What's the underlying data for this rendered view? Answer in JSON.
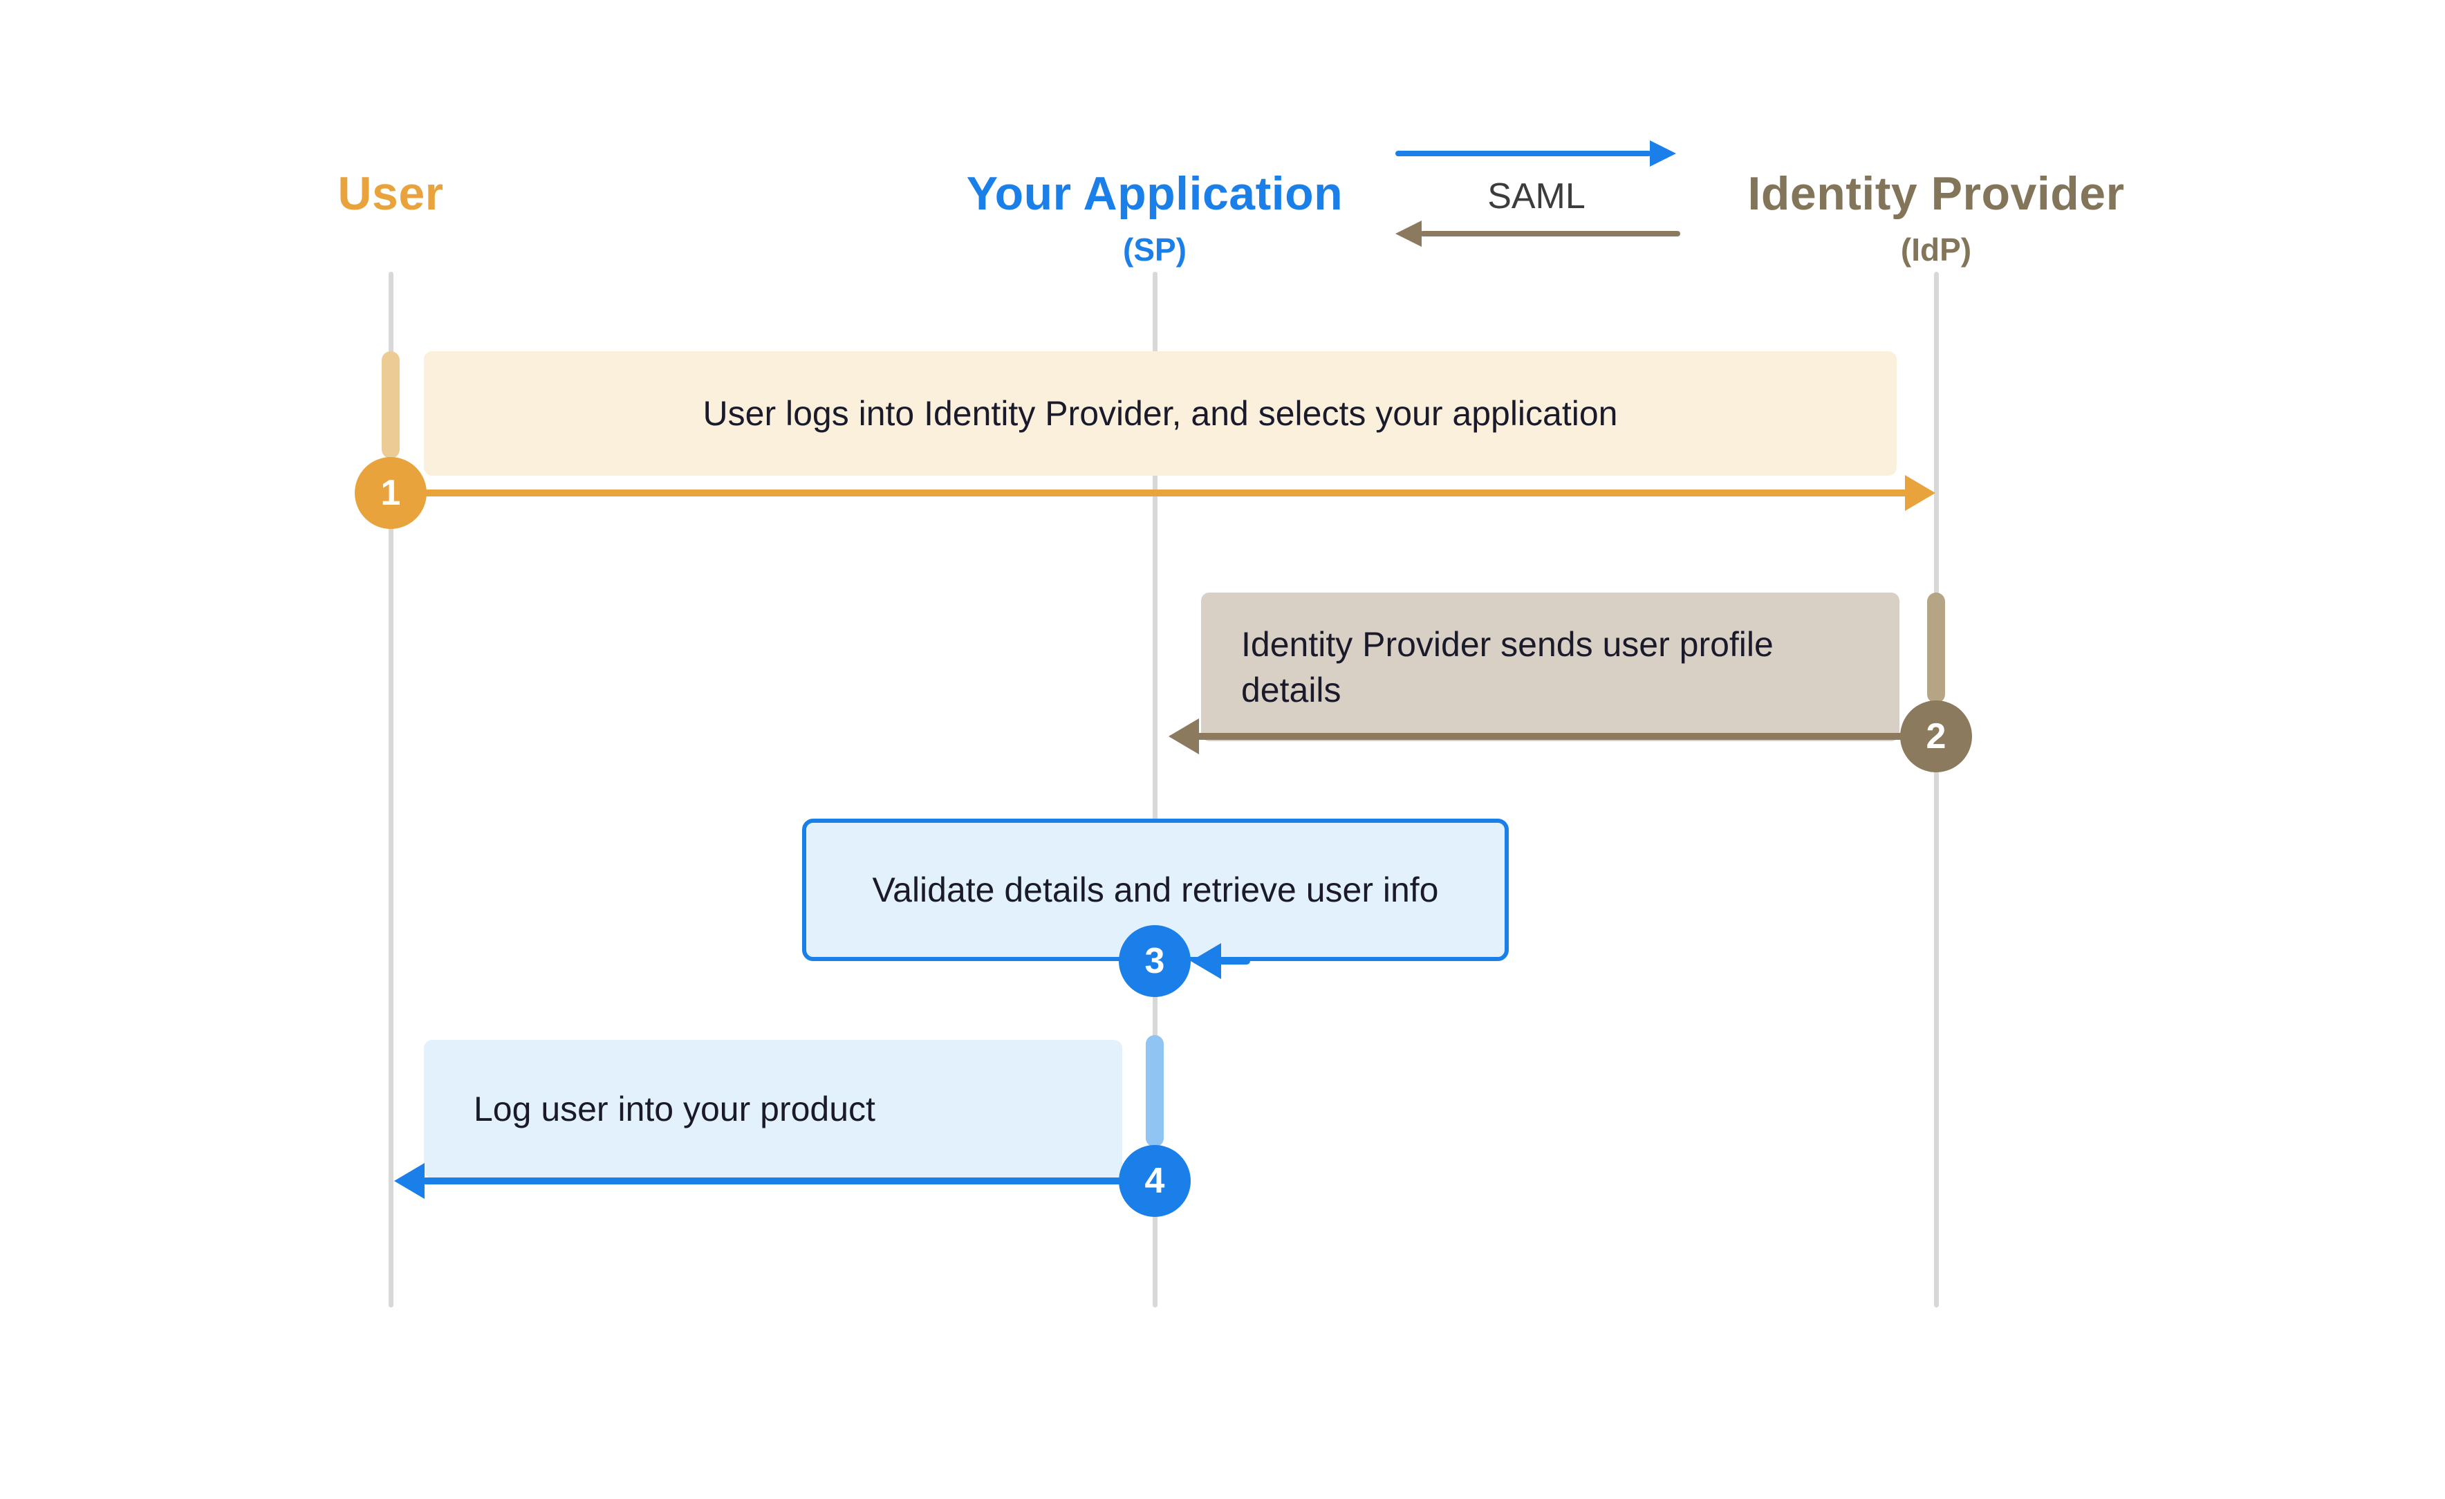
{
  "actors": [
    {
      "name": "User",
      "sub": "",
      "color": "#E8A33D"
    },
    {
      "name": "Your Application",
      "sub": "(SP)",
      "color": "#1A7FE8"
    },
    {
      "name": "Identity Provider",
      "sub": "(IdP)",
      "color": "#83755A"
    }
  ],
  "legend": {
    "label": "SAML",
    "to_idp_arrow_color": "#1A7FE8",
    "to_sp_arrow_color": "#8C7A5E"
  },
  "steps": [
    {
      "number": "1",
      "label": "User logs into Identity Provider, and selects your application",
      "color": "#E8A33D",
      "box_color": "#FAF0DC"
    },
    {
      "number": "2",
      "label": "Identity Provider sends user profile details",
      "color": "#8C7A5E",
      "box_color": "#D8CFC5"
    },
    {
      "number": "3",
      "label": "Validate details and retrieve user info",
      "color": "#1A7FE8",
      "box_color": "#E3F1FC"
    },
    {
      "number": "4",
      "label": "Log user into your product",
      "color": "#1A7FE8",
      "box_color": "#E3F1FC"
    }
  ],
  "colors": {
    "lifeline": "#D8D8D8",
    "text": "#1A1A2B",
    "activation_orange": "#ECCB94",
    "activation_brown": "#B5A584",
    "activation_blue": "#8FC4F3"
  }
}
